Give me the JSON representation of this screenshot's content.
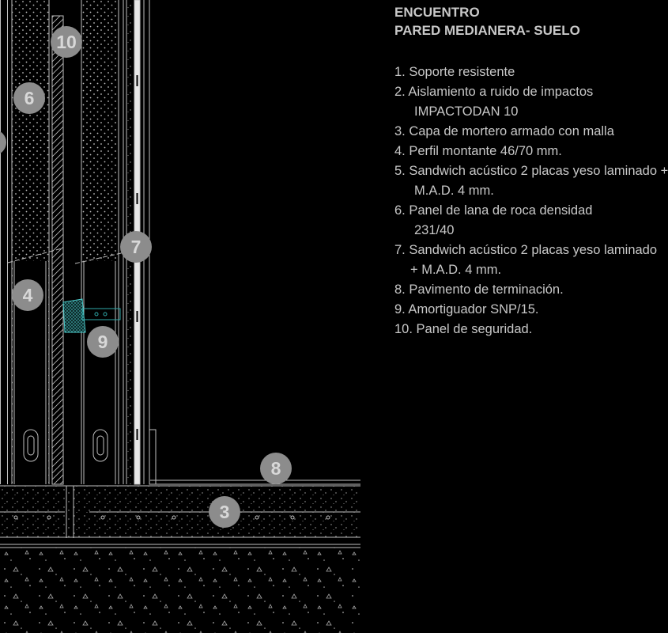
{
  "title": {
    "line1": "ENCUENTRO",
    "line2": "PARED MEDIANERA- SUELO"
  },
  "legend": [
    {
      "line": "1. Soporte resistente"
    },
    {
      "line": "2. Aislamiento a ruido de impactos",
      "sub": "IMPACTODAN 10"
    },
    {
      "line": "3. Capa de mortero armado con malla"
    },
    {
      "line": "4. Perfil montante 46/70 mm."
    },
    {
      "line": "5. Sandwich acústico 2 placas yeso laminado +",
      "sub": "M.A.D. 4 mm."
    },
    {
      "line": "6. Panel de lana de roca densidad",
      "sub": "231/40"
    },
    {
      "line": "7. Sandwich acústico 2 placas yeso laminado",
      "sub": "+ M.A.D. 4 mm."
    },
    {
      "line": "8. Pavimento de terminación."
    },
    {
      "line": "9. Amortiguador SNP/15."
    },
    {
      "line": "10. Panel de seguridad."
    }
  ],
  "callouts": {
    "c10": "10",
    "c6": "6",
    "c7": "7",
    "c4": "4",
    "c9": "9",
    "c8": "8",
    "c3": "3"
  },
  "colors": {
    "background": "#000000",
    "lines": "#bfbfbf",
    "callout_fill": "#8c8c8c",
    "callout_text": "#d8d8d8",
    "damper": "#2fa8a8",
    "text": "#c8c8c8"
  }
}
